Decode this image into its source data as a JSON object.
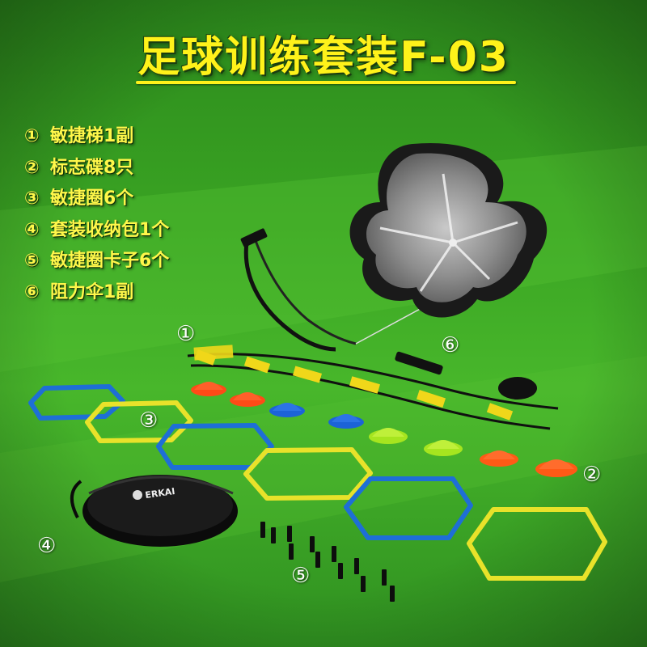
{
  "title": "足球训练套装F-03",
  "items": [
    {
      "marker": "①",
      "text": "敏捷梯1副"
    },
    {
      "marker": "②",
      "text": "标志碟8只"
    },
    {
      "marker": "③",
      "text": "敏捷圈6个"
    },
    {
      "marker": "④",
      "text": "套装收纳包1个"
    },
    {
      "marker": "⑤",
      "text": "敏捷圈卡子6个"
    },
    {
      "marker": "⑥",
      "text": "阻力伞1副"
    }
  ],
  "markers": {
    "ladder": "①",
    "cones": "②",
    "rings": "③",
    "bag": "④",
    "clips": "⑤",
    "parachute": "⑥"
  },
  "bag_logo": "ERKAI",
  "colors": {
    "title": "#fff21a",
    "list_text": "#fff74a",
    "grass_dark": "#1f6b14",
    "grass_light": "#49b82c",
    "ring_blue": "#1e6fd6",
    "ring_yellow": "#e8e22a",
    "cone_red": "#ff4a17",
    "cone_blue": "#1c63d8",
    "cone_green": "#a6e51f",
    "cone_orange": "#ff5a16",
    "parachute": "#8a8a8a"
  }
}
